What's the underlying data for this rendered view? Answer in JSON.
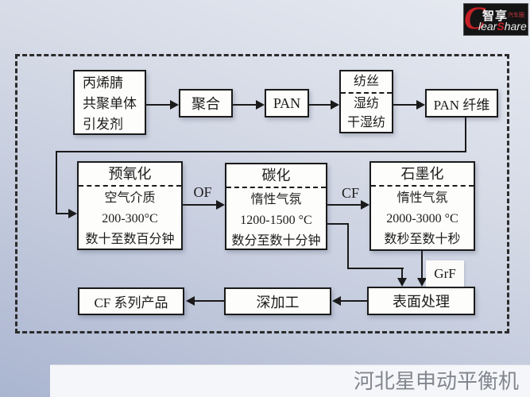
{
  "brand": {
    "c": "C",
    "name_cn": "智享",
    "name_cn_small": "汽车圈",
    "name_en_pre": "lear",
    "name_en_s": "S",
    "name_en_post": "hare"
  },
  "watermark": {
    "text": "河北星申动平衡机"
  },
  "colors": {
    "logo_red": "#c42127",
    "line_black": "#1a1a1a",
    "box_fill": "#fdfdfb",
    "watermark_text": "#83868e",
    "background_top": "#e7eaf1",
    "background_bottom": "#aab5d0"
  },
  "flowchart": {
    "nodes": {
      "monomer": {
        "lines": [
          "丙烯腈",
          "共聚单体",
          "引发剂"
        ]
      },
      "polymerization": {
        "label": "聚合"
      },
      "pan": {
        "label": "PAN"
      },
      "spinning": {
        "title": "纺丝",
        "lines": [
          "湿纺",
          "干湿纺"
        ]
      },
      "pan_fiber": {
        "label": "PAN 纤维"
      },
      "preoxidation": {
        "title": "预氧化",
        "lines": [
          "空气介质",
          "200-300°C",
          "数十至数百分钟"
        ]
      },
      "carbonization": {
        "title": "碳化",
        "lines": [
          "惰性气氛",
          "1200-1500 °C",
          "数分至数十分钟"
        ]
      },
      "graphitization": {
        "title": "石墨化",
        "lines": [
          "惰性气氛",
          "2000-3000 °C",
          "数秒至数十秒"
        ]
      },
      "surface_treatment": {
        "label": "表面处理"
      },
      "deep_processing": {
        "label": "深加工"
      },
      "cf_products": {
        "label": "CF 系列产品"
      }
    },
    "edge_labels": {
      "of": "OF",
      "cf": "CF",
      "grf": "GrF"
    }
  }
}
